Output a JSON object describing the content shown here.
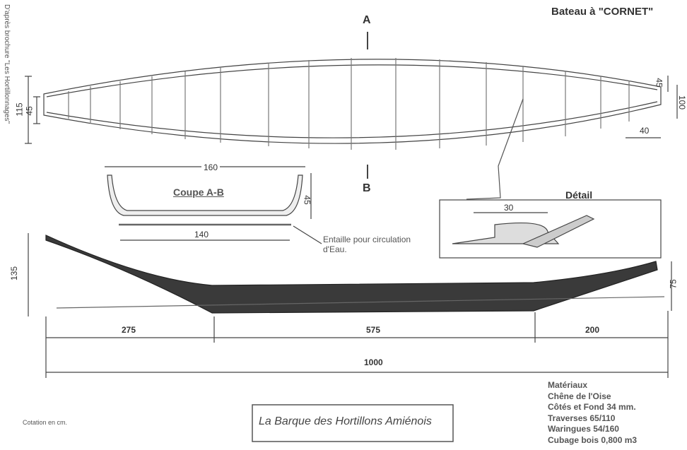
{
  "title": "Bateau à \"CORNET\"",
  "source_note": "D'après brochure  \"Les Hortillonnages\"",
  "section_marks": {
    "a": "A",
    "b": "B"
  },
  "plan_dims": {
    "width_total": "115",
    "width_end_left": "45",
    "right_end_45": "45",
    "right_end_100": "100",
    "right_end_40": "40"
  },
  "section": {
    "title": "Coupe  A-B",
    "top_width": "160",
    "bottom_width": "140",
    "height": "45",
    "note": "Entaille pour circulation d'Eau."
  },
  "detail": {
    "title": "Détail",
    "dim": "30"
  },
  "side_dims": {
    "height_bow": "135",
    "height_stern": "75",
    "seg1": "275",
    "seg2": "575",
    "seg3": "200",
    "total": "1000"
  },
  "cotation": "Cotation en cm.",
  "caption": "La Barque des Hortillons Amiénois",
  "materials": [
    "Matériaux",
    "Chêne de l'Oise",
    "Côtés et Fond 34 mm.",
    "Traverses 65/110",
    "Waringues 54/160",
    "Cubage bois 0,800 m3"
  ],
  "colors": {
    "ink": "#333333",
    "hull": "#3a3a3a"
  }
}
